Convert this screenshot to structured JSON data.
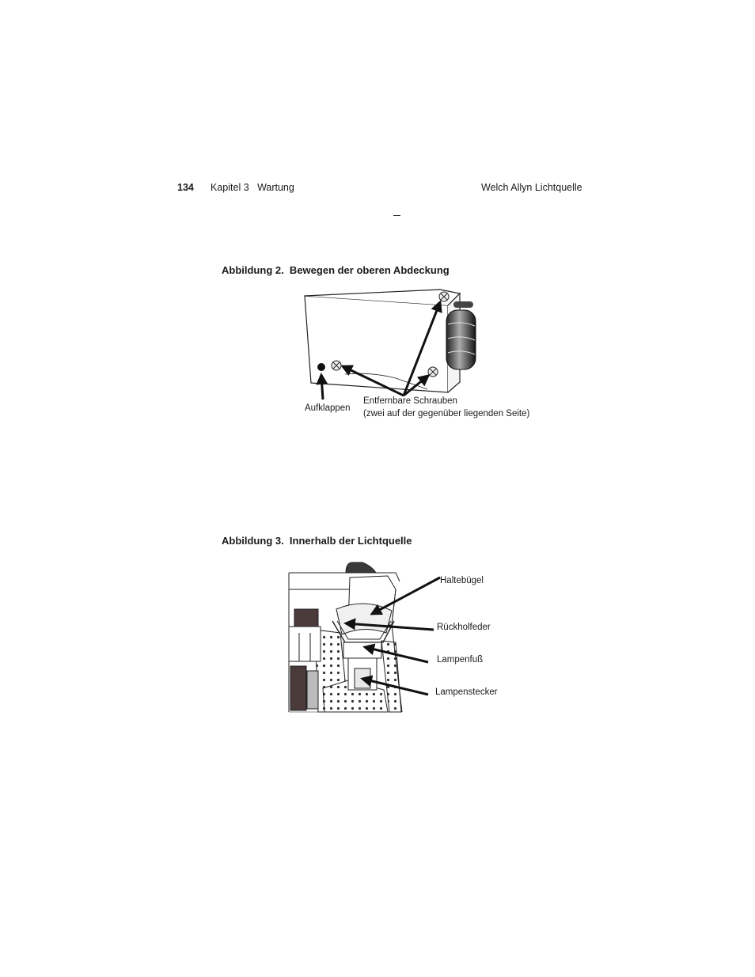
{
  "header": {
    "page_number": "134",
    "chapter": "Kapitel 3   Wartung",
    "product": "Welch Allyn Lichtquelle"
  },
  "figure2": {
    "caption": "Abbildung 2.  Bewegen der oberen Abdeckung",
    "label_release": "Aufklappen",
    "label_screws_line1": "Entfernbare Schrauben",
    "label_screws_line2": "(zwei auf der gegenüber liegenden Seite)"
  },
  "figure3": {
    "caption": "Abbildung 3.  Innerhalb der Lichtquelle",
    "label_bracket": "Haltebügel",
    "label_spring": "Rückholfeder",
    "label_lamp_base": "Lampenfuß",
    "label_lamp_plug": "Lampenstecker"
  }
}
